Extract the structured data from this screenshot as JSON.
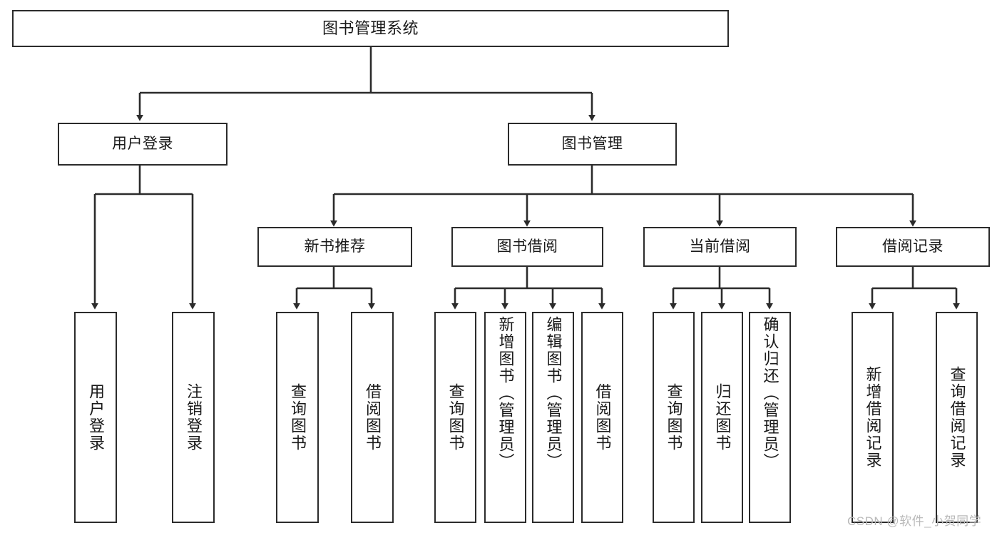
{
  "diagram": {
    "title": "图书管理系统",
    "type": "tree",
    "orientation": "top-down",
    "colors": {
      "box_border": "#2b2b2b",
      "box_fill": "#ffffff",
      "edge": "#2b2b2b",
      "text": "#1a1a1a",
      "watermark": "#b9b9b9",
      "background": "#ffffff"
    },
    "watermark": "CSDN @软件_小贺同学",
    "root": {
      "id": "root",
      "label": "图书管理系统"
    },
    "level1": [
      {
        "id": "user-login",
        "label": "用户登录"
      },
      {
        "id": "book-manage",
        "label": "图书管理"
      }
    ],
    "level2": [
      {
        "id": "new-book-rec",
        "label": "新书推荐",
        "parent": "book-manage"
      },
      {
        "id": "book-borrow",
        "label": "图书借阅",
        "parent": "book-manage"
      },
      {
        "id": "current-borrow",
        "label": "当前借阅",
        "parent": "book-manage"
      },
      {
        "id": "borrow-record",
        "label": "借阅记录",
        "parent": "book-manage"
      }
    ],
    "leaves": [
      {
        "id": "leaf-user-login",
        "label": "用户登录",
        "parent": "user-login"
      },
      {
        "id": "leaf-logout-login",
        "label": "注销登录",
        "parent": "user-login"
      },
      {
        "id": "leaf-query-book-1",
        "label": "查询图书",
        "parent": "new-book-rec"
      },
      {
        "id": "leaf-borrow-book-1",
        "label": "借阅图书",
        "parent": "new-book-rec"
      },
      {
        "id": "leaf-query-book-2",
        "label": "查询图书",
        "parent": "book-borrow"
      },
      {
        "id": "leaf-add-book",
        "label": "新增图书（管理员）",
        "parent": "book-borrow"
      },
      {
        "id": "leaf-edit-book",
        "label": "编辑图书（管理员）",
        "parent": "book-borrow"
      },
      {
        "id": "leaf-borrow-book-2",
        "label": "借阅图书",
        "parent": "book-borrow"
      },
      {
        "id": "leaf-query-book-3",
        "label": "查询图书",
        "parent": "current-borrow"
      },
      {
        "id": "leaf-return-book",
        "label": "归还图书",
        "parent": "current-borrow"
      },
      {
        "id": "leaf-confirm-return",
        "label": "确认归还（管理员）",
        "parent": "current-borrow"
      },
      {
        "id": "leaf-add-record",
        "label": "新增借阅记录",
        "parent": "borrow-record"
      },
      {
        "id": "leaf-query-record",
        "label": "查询借阅记录",
        "parent": "borrow-record"
      }
    ]
  }
}
